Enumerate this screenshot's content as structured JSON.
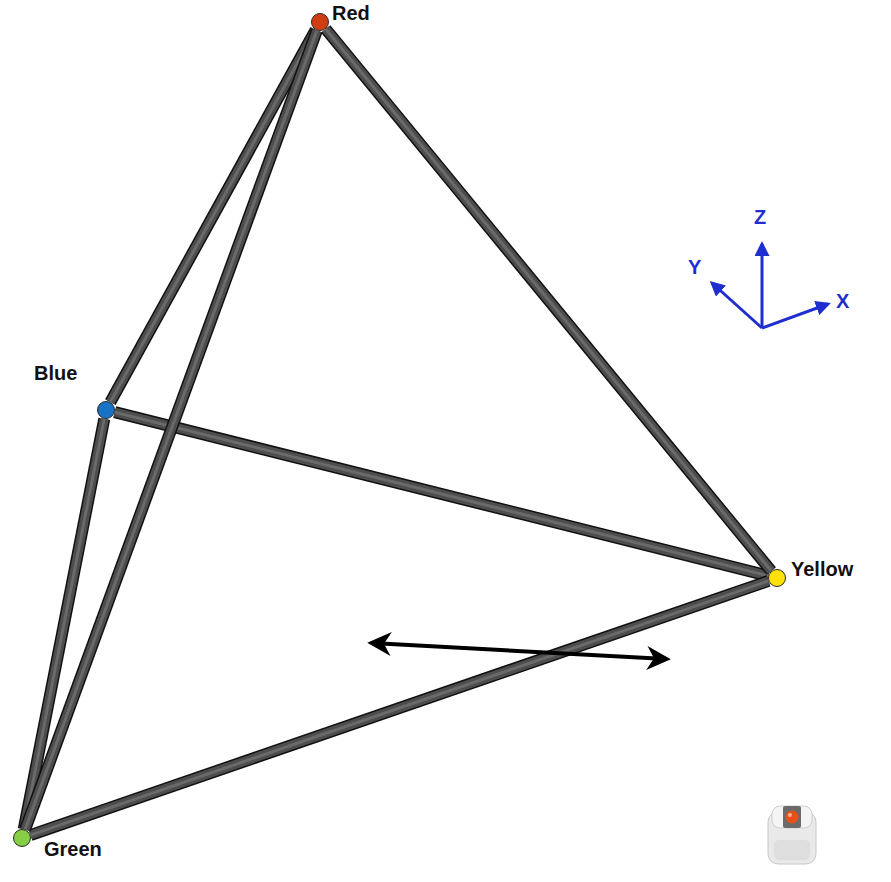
{
  "diagram": {
    "nodes": [
      {
        "text": [
          "Red"
        ]
      },
      {
        "text": [
          "Blue"
        ]
      },
      {
        "text": [
          "Yellow"
        ]
      },
      {
        "text": [
          "Green"
        ]
      }
    ],
    "edges": [
      {
        "from": 0,
        "to": 1,
        "arrow": "none"
      },
      {
        "from": 1,
        "to": 2,
        "arrow": "none"
      },
      {
        "from": 0,
        "to": 2,
        "arrow": "none"
      },
      {
        "from": 1,
        "to": 3,
        "arrow": "none"
      },
      {
        "from": 3,
        "to": 2,
        "arrow": "none"
      },
      {
        "from": 0,
        "to": 3,
        "arrow": "none"
      }
    ],
    "labels": [
      "Z",
      "Y",
      "X"
    ]
  }
}
